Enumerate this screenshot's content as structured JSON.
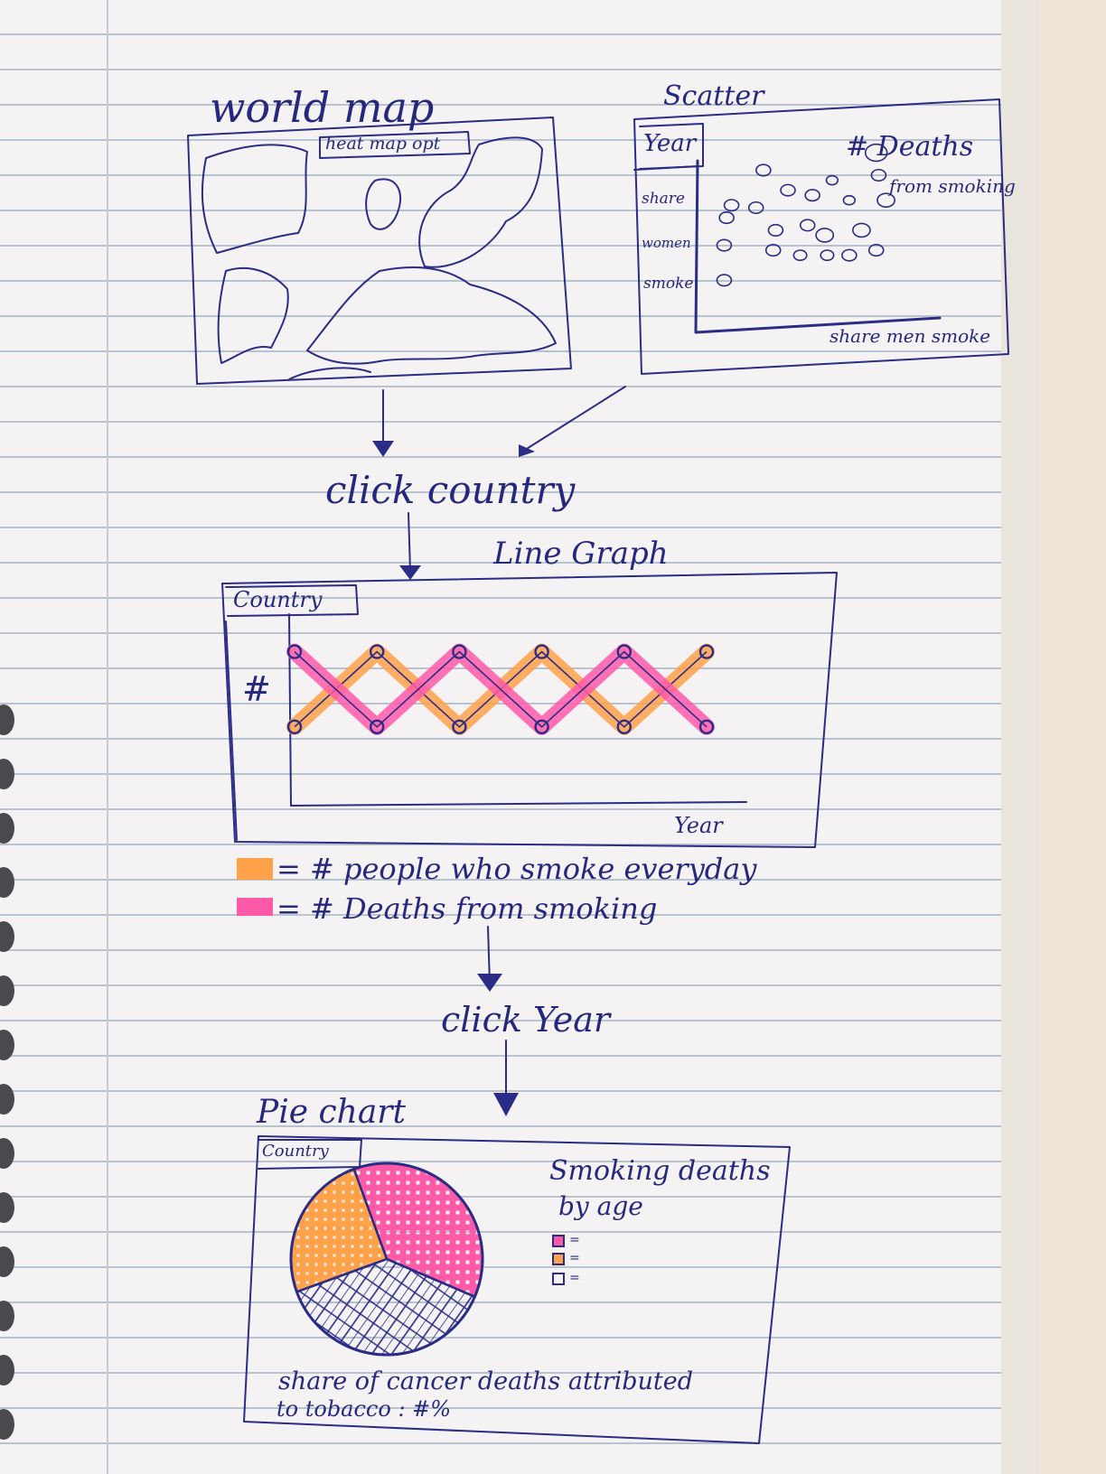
{
  "world_map": {
    "title": "world map",
    "option_label": "heat map opt"
  },
  "scatter": {
    "title": "Scatter",
    "dropdown_label": "Year",
    "y_label_lines": [
      "share",
      "women",
      "smoke"
    ],
    "x_label": "share men smoke",
    "size_label_lines": [
      "# Deaths",
      "from smoking"
    ]
  },
  "flow": {
    "step1": "click country",
    "step2": "click Year"
  },
  "line_graph": {
    "title": "Line Graph",
    "dropdown_label": "Country",
    "y_label": "#",
    "x_label": "Year",
    "legend": [
      {
        "text": "= # people who smoke everyday",
        "color": "#ffa24a"
      },
      {
        "text": "= # Deaths from smoking",
        "color": "#ff5aa8"
      }
    ]
  },
  "pie_chart": {
    "title": "Pie chart",
    "dropdown_label": "Country",
    "legend_title_lines": [
      "Smoking deaths",
      "by age"
    ],
    "legend_marks": [
      "=",
      "=",
      "="
    ],
    "caption_lines": [
      "share of cancer deaths attributed",
      "to tobacco : #%"
    ]
  },
  "chart_data": [
    {
      "type": "scatter",
      "title": "Scatter",
      "xlabel": "share men smoke",
      "ylabel": "share women smoke",
      "points": [
        {
          "x": 0.5,
          "y": 4.0,
          "r": 1
        },
        {
          "x": 1.8,
          "y": 5.4,
          "r": 1
        },
        {
          "x": 2.8,
          "y": 4.6,
          "r": 1
        },
        {
          "x": 3.8,
          "y": 4.4,
          "r": 1
        },
        {
          "x": 4.6,
          "y": 5.0,
          "r": 0.6
        },
        {
          "x": 5.3,
          "y": 4.2,
          "r": 0.6
        },
        {
          "x": 6.4,
          "y": 6.1,
          "r": 2
        },
        {
          "x": 6.5,
          "y": 5.2,
          "r": 1
        },
        {
          "x": 6.8,
          "y": 4.2,
          "r": 1.4
        },
        {
          "x": 0.3,
          "y": 3.5,
          "r": 1
        },
        {
          "x": 1.5,
          "y": 3.9,
          "r": 1
        },
        {
          "x": 2.3,
          "y": 3.0,
          "r": 1
        },
        {
          "x": 3.6,
          "y": 3.2,
          "r": 1
        },
        {
          "x": 4.3,
          "y": 2.8,
          "r": 1.4
        },
        {
          "x": 5.8,
          "y": 3.0,
          "r": 1.4
        },
        {
          "x": 0.2,
          "y": 2.4,
          "r": 1
        },
        {
          "x": 2.2,
          "y": 2.2,
          "r": 1
        },
        {
          "x": 3.3,
          "y": 2.0,
          "r": 0.8
        },
        {
          "x": 4.4,
          "y": 2.0,
          "r": 0.8
        },
        {
          "x": 5.3,
          "y": 2.0,
          "r": 1
        },
        {
          "x": 6.4,
          "y": 2.2,
          "r": 1
        },
        {
          "x": 0.2,
          "y": 1.0,
          "r": 1
        }
      ]
    },
    {
      "type": "line",
      "title": "Line Graph",
      "xlabel": "Year",
      "ylabel": "#",
      "x": [
        1,
        2,
        3,
        4,
        5,
        6
      ],
      "series": [
        {
          "name": "# people who smoke everyday",
          "color": "#ffa24a",
          "values": [
            1,
            2,
            1,
            2,
            1,
            2
          ]
        },
        {
          "name": "# Deaths from smoking",
          "color": "#ff5aa8",
          "values": [
            2,
            1,
            2,
            1,
            2,
            1
          ]
        }
      ],
      "ylim": [
        0,
        2.5
      ]
    },
    {
      "type": "pie",
      "title": "Pie chart",
      "slices": [
        {
          "value": 37,
          "color": "#ff5aa8",
          "fill": "hatch-pink"
        },
        {
          "value": 38,
          "color": "#2a2c86",
          "fill": "hatch-ink"
        },
        {
          "value": 25,
          "color": "#ffa24a",
          "fill": "hatch-orange"
        }
      ]
    }
  ]
}
